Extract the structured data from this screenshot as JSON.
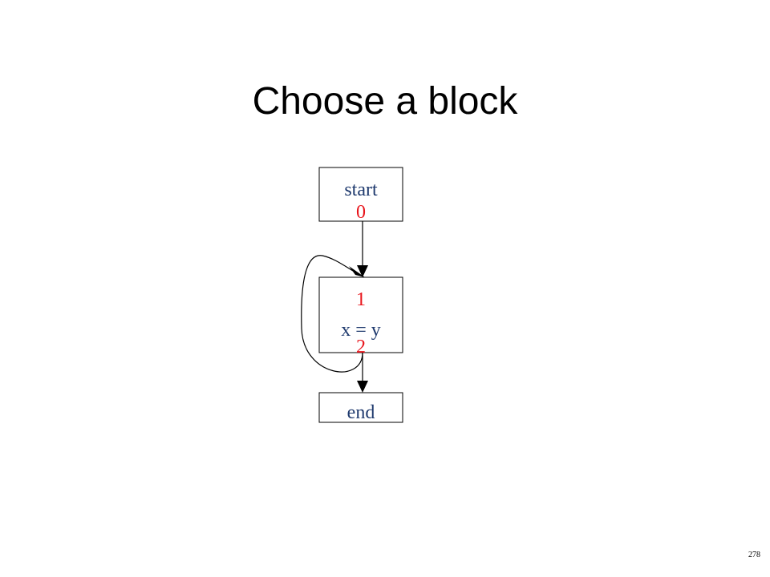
{
  "slide": {
    "title": "Choose a block",
    "page_number": "278"
  },
  "diagram": {
    "colors": {
      "label_blue": "#1F3A6E",
      "number_red": "#E8141B",
      "line": "#000000"
    },
    "nodes": {
      "start": {
        "label": "start",
        "number_out": "0"
      },
      "block": {
        "number_in": "1",
        "statement": "x = y",
        "number_out": "2"
      },
      "end": {
        "label": "end"
      }
    }
  }
}
